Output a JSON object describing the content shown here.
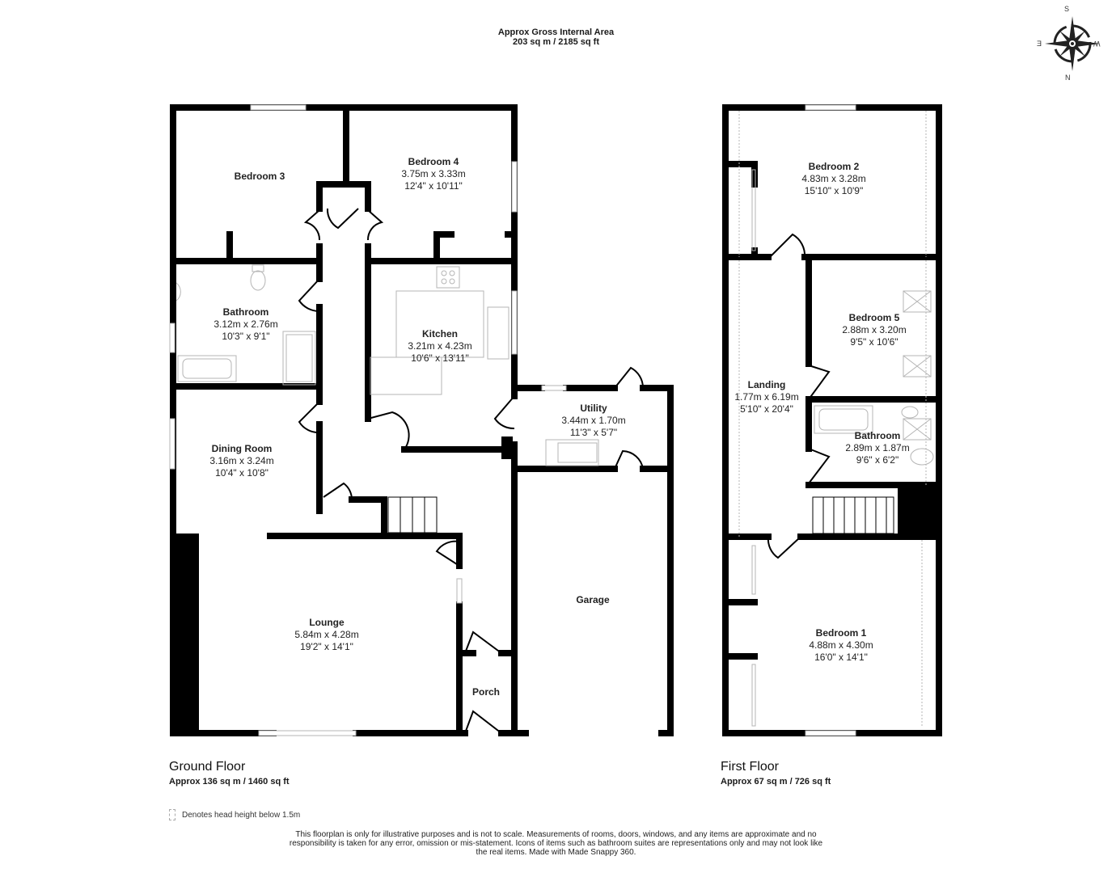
{
  "header": {
    "title": "Approx Gross Internal Area",
    "total_area": "203 sq m / 2185 sq ft"
  },
  "compass": {
    "icon": "compass-rose-icon",
    "top": "S",
    "bottom": "N",
    "left": "E",
    "right": "W"
  },
  "floors": [
    {
      "title": "Ground Floor",
      "area": "Approx 136 sq m / 1460 sq ft",
      "rooms": [
        {
          "name": "Bedroom 3",
          "metric": "",
          "imperial": ""
        },
        {
          "name": "Bedroom 4",
          "metric": "3.75m x 3.33m",
          "imperial": "12'4\" x 10'11\""
        },
        {
          "name": "Bathroom",
          "metric": "3.12m x 2.76m",
          "imperial": "10'3\" x 9'1\""
        },
        {
          "name": "Kitchen",
          "metric": "3.21m x 4.23m",
          "imperial": "10'6\" x 13'11\""
        },
        {
          "name": "Utility",
          "metric": "3.44m x 1.70m",
          "imperial": "11'3\" x 5'7\""
        },
        {
          "name": "Dining Room",
          "metric": "3.16m x 3.24m",
          "imperial": "10'4\" x 10'8\""
        },
        {
          "name": "Lounge",
          "metric": "5.84m x 4.28m",
          "imperial": "19'2\" x 14'1\""
        },
        {
          "name": "Garage",
          "metric": "",
          "imperial": ""
        },
        {
          "name": "Porch",
          "metric": "",
          "imperial": ""
        }
      ]
    },
    {
      "title": "First Floor",
      "area": "Approx 67 sq m / 726 sq ft",
      "rooms": [
        {
          "name": "Bedroom 2",
          "metric": "4.83m x 3.28m",
          "imperial": "15'10\" x 10'9\""
        },
        {
          "name": "Bedroom 5",
          "metric": "2.88m x 3.20m",
          "imperial": "9'5\" x 10'6\""
        },
        {
          "name": "Landing",
          "metric": "1.77m x 6.19m",
          "imperial": "5'10\" x 20'4\""
        },
        {
          "name": "Bathroom",
          "metric": "2.89m x 1.87m",
          "imperial": "9'6\" x 6'2\""
        },
        {
          "name": "Bedroom 1",
          "metric": "4.88m x 4.30m",
          "imperial": "16'0\" x 14'1\""
        }
      ]
    }
  ],
  "legend": {
    "icon": "dashed-box-icon",
    "text": "Denotes head height below 1.5m"
  },
  "disclaimer": "This floorplan is only for illustrative purposes and is not to scale. Measurements of rooms, doors, windows, and any items are approximate and no responsibility is taken for any error, omission or mis-statement. Icons of items such as bathroom suites are representations only and may not look like the real items. Made with Made Snappy 360.",
  "colors": {
    "wall": "#000000",
    "fixture": "#b5b5b5",
    "background": "#ffffff"
  }
}
